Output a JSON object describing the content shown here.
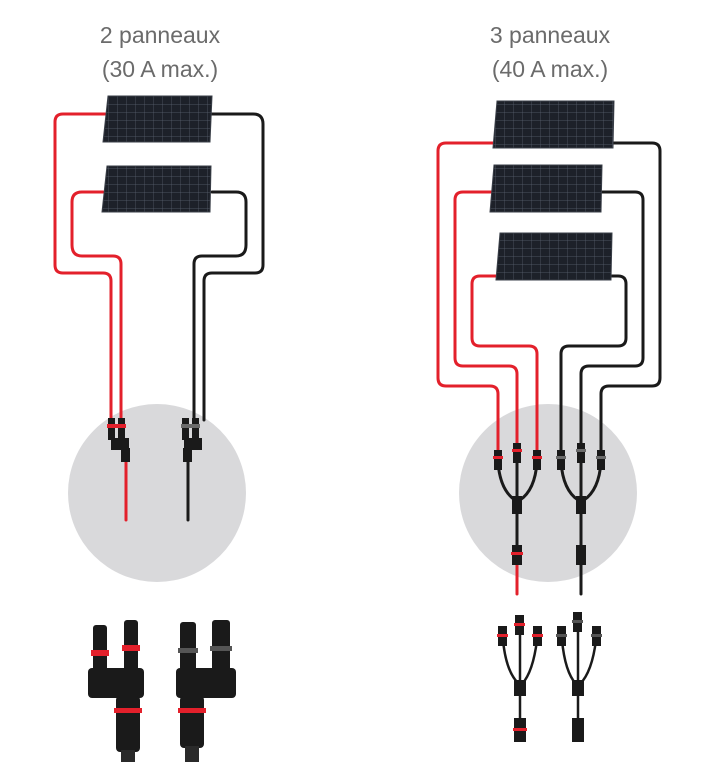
{
  "left_config": {
    "title": "2 panneaux",
    "subtitle": "(30 A max.)"
  },
  "right_config": {
    "title": "3 panneaux",
    "subtitle": "(40 A max.)"
  },
  "colors": {
    "positive_cable": "#e3202b",
    "negative_cable": "#1a1a1a",
    "panel": "#1d2129",
    "panel_grid": "#5b6270",
    "highlight_circle": "#d9d9db",
    "text": "#6b6b6b"
  }
}
